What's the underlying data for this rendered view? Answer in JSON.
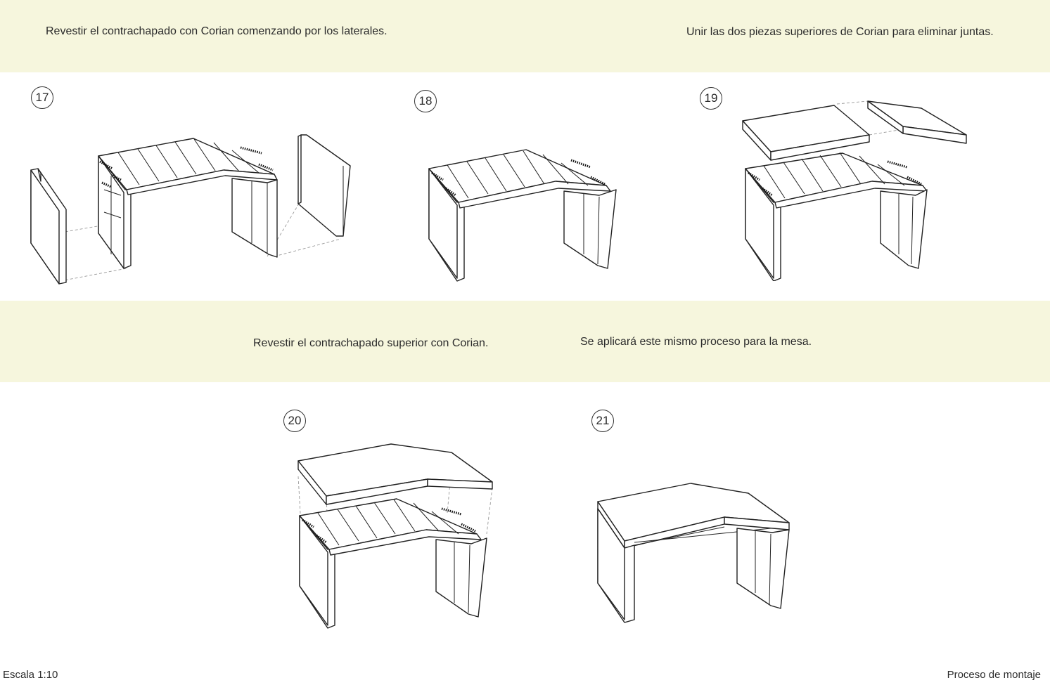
{
  "colors": {
    "band": "#f6f6dd",
    "line": "#222222",
    "paper": "#ffffff"
  },
  "captions": {
    "top_left": "Revestir el contrachapado con Corian comenzando por los laterales.",
    "top_right": "Unir las dos piezas superiores de Corian para eliminar juntas.",
    "mid_left": "Revestir el contrachapado superior con Corian.",
    "mid_right": "Se aplicará este mismo proceso para la mesa."
  },
  "steps": [
    "17",
    "18",
    "19",
    "20",
    "21"
  ],
  "footer": {
    "scale": "Escala 1:10",
    "title": "Proceso de montaje"
  }
}
